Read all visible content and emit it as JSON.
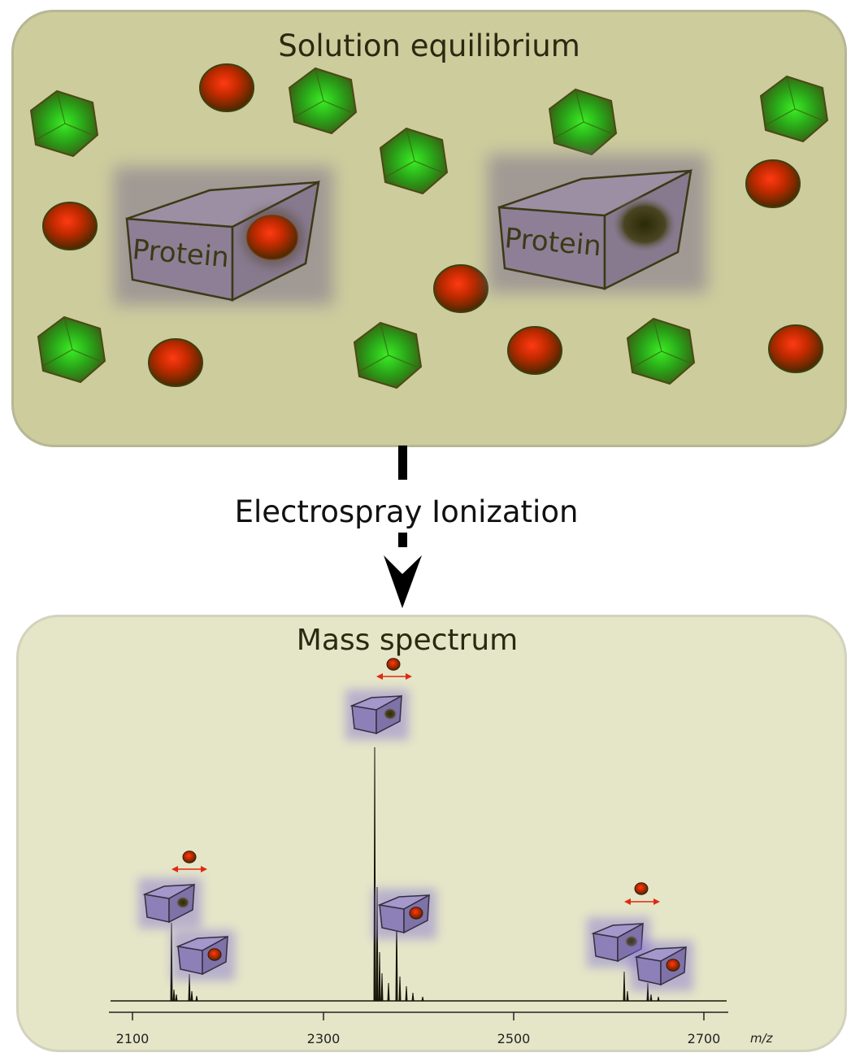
{
  "solution_panel": {
    "title": "Solution equilibrium",
    "protein_label": "Protein"
  },
  "process": {
    "label": "Electrospray Ionization"
  },
  "spectrum_panel": {
    "title": "Mass spectrum",
    "x_ticks": [
      "2100",
      "2300",
      "2500",
      "2700"
    ],
    "x_unit": "m/z"
  },
  "colors": {
    "solution_bg": "#cccc9d",
    "spectrum_bg": "#e5e5c8",
    "protein_box": "#8e7f96",
    "ligand_sphere": "#c32a00",
    "competitor_cube": "#2fc21c"
  }
}
